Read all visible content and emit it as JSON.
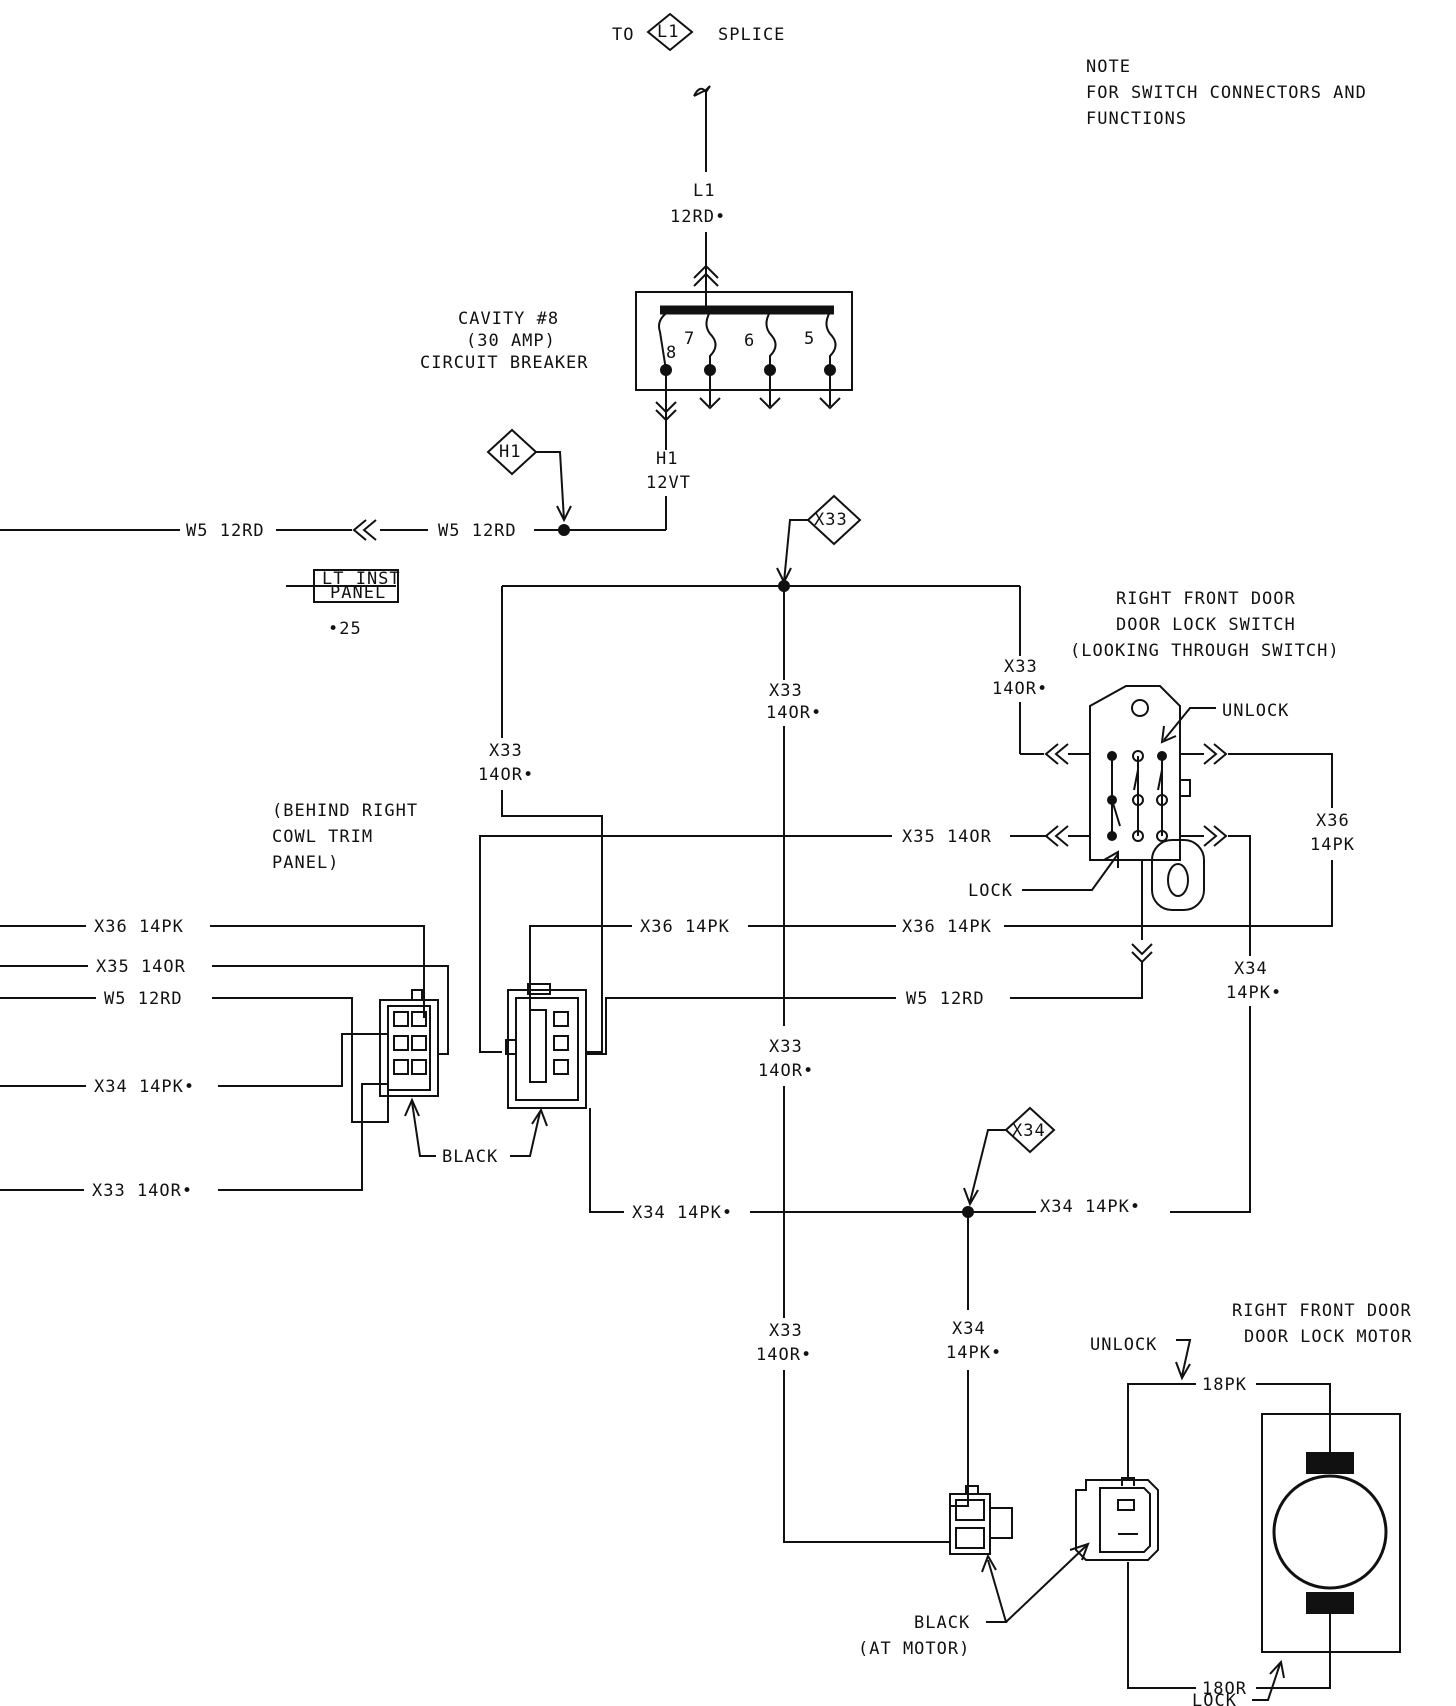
{
  "top": {
    "to": "TO",
    "badge": "L1",
    "splice": "SPLICE"
  },
  "note": {
    "line1": "NOTE",
    "line2": "FOR SWITCH CONNECTORS AND",
    "line3": "FUNCTIONS"
  },
  "wires": {
    "l1": "L1",
    "l1_gauge": "12RD•",
    "h1": "H1",
    "h1_gauge": "12VT",
    "w5_left": "W5 12RD",
    "w5_mid": "W5 12RD",
    "w5_lower_left": "W5 12RD",
    "w5_lower_right": "W5 12RD",
    "x33_a": "X33",
    "x33_a_g": "14OR•",
    "x33_b": "X33",
    "x33_b_g": "14OR•",
    "x33_c": "X33",
    "x33_c_g": "14OR•",
    "x33_d": "X33",
    "x33_d_g": "14OR•",
    "x33_e": "X33",
    "x33_e_g": "14OR•",
    "x33_left": "X33 14OR•",
    "x35_right": "X35 14OR",
    "x35_left": "X35 14OR",
    "x36_right_a": "X36",
    "x36_right_a_g": "14PK",
    "x36_mid": "X36 14PK",
    "x36_mid2": "X36 14PK",
    "x36_left": "X36 14PK",
    "x34_right": "X34",
    "x34_right_g": "14PK•",
    "x34_left": "X34 14PK•",
    "x34_bottom_mid": "X34 14PK•",
    "x34_bottom_right": "X34 14PK•",
    "x34_down": "X34",
    "x34_down_g": "14PK•",
    "p18pk": "18PK",
    "p18or": "18OR"
  },
  "badges": {
    "h1": "H1",
    "x33": "X33",
    "x34": "X34"
  },
  "breaker": {
    "line1": "CAVITY #8",
    "line2": "(30 AMP)",
    "line3": "CIRCUIT BREAKER",
    "pin8": "8",
    "pin7": "7",
    "pin6": "6",
    "pin5": "5"
  },
  "panel": {
    "line1": "LT INST",
    "line2": "PANEL",
    "ref": "•25"
  },
  "cowl": {
    "line1": "(BEHIND RIGHT",
    "line2": "COWL TRIM",
    "line3": "PANEL)",
    "connector": "BLACK"
  },
  "switch": {
    "title1": "RIGHT FRONT DOOR",
    "title2": "DOOR LOCK SWITCH",
    "title3": "(LOOKING THROUGH SWITCH)",
    "unlock": "UNLOCK",
    "lock": "LOCK"
  },
  "motor": {
    "title1": "RIGHT FRONT DOOR",
    "title2": "DOOR LOCK MOTOR",
    "unlock": "UNLOCK",
    "lock": "LOCK",
    "conn1": "BLACK",
    "conn2": "(AT MOTOR)"
  }
}
